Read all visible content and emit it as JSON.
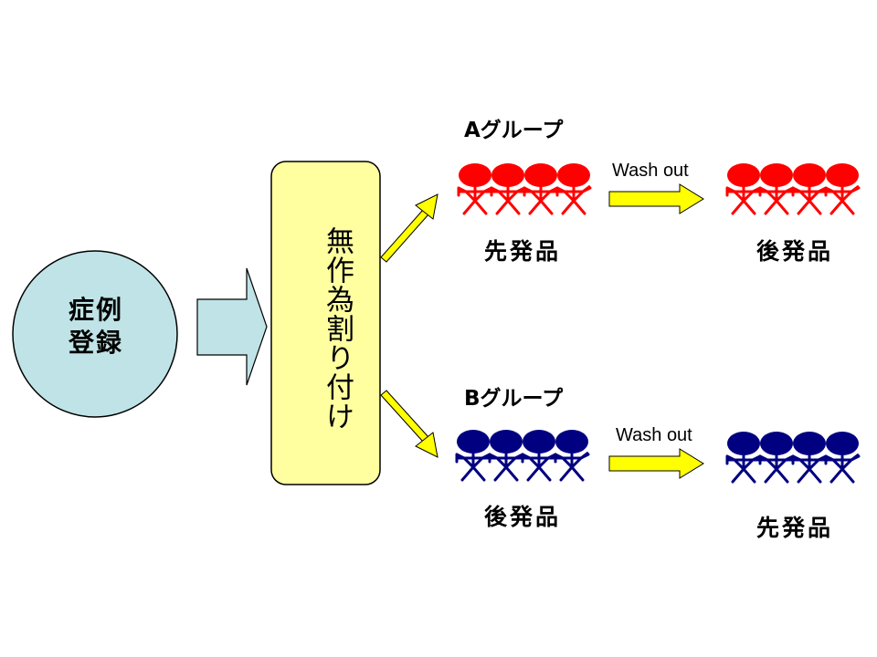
{
  "enrollment": {
    "line1": "症例",
    "line2": "登録"
  },
  "randomization": {
    "label": "無作為割り付け"
  },
  "group_a": {
    "title": "Aグループ",
    "first_drug": "先発品",
    "second_drug": "後発品",
    "washout": "Wash out",
    "color": "#ff0000"
  },
  "group_b": {
    "title": "Bグループ",
    "first_drug": "後発品",
    "second_drug": "先発品",
    "washout": "Wash out",
    "color": "#000080"
  },
  "colors": {
    "enroll_fill": "#bfe3e6",
    "random_fill": "#ffffa0",
    "arrow_yellow": "#ffff00",
    "arrow_cyan": "#bfe3e6"
  }
}
